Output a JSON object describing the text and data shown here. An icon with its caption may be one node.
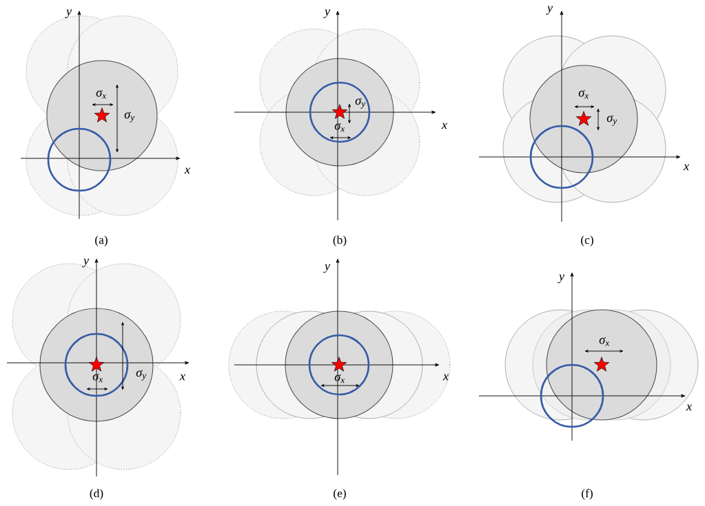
{
  "diagram": {
    "labels": [
      "y",
      "σ$_{x}$",
      "σ$_{y}$",
      "x",
      "(a)",
      "y",
      "σ$_{y}$",
      "σ$_{x}$",
      "x",
      "(b)",
      "y",
      "σ$_{x}$",
      "σ$_{y}$",
      "x",
      "(c)",
      "y",
      "σ$_{x}$",
      "σ$_{y}$",
      "x",
      "(d)",
      "y",
      "σ$_{x}$",
      "x",
      "(e)",
      "y",
      "σ$_{x}$",
      "x",
      "(f)"
    ]
  }
}
